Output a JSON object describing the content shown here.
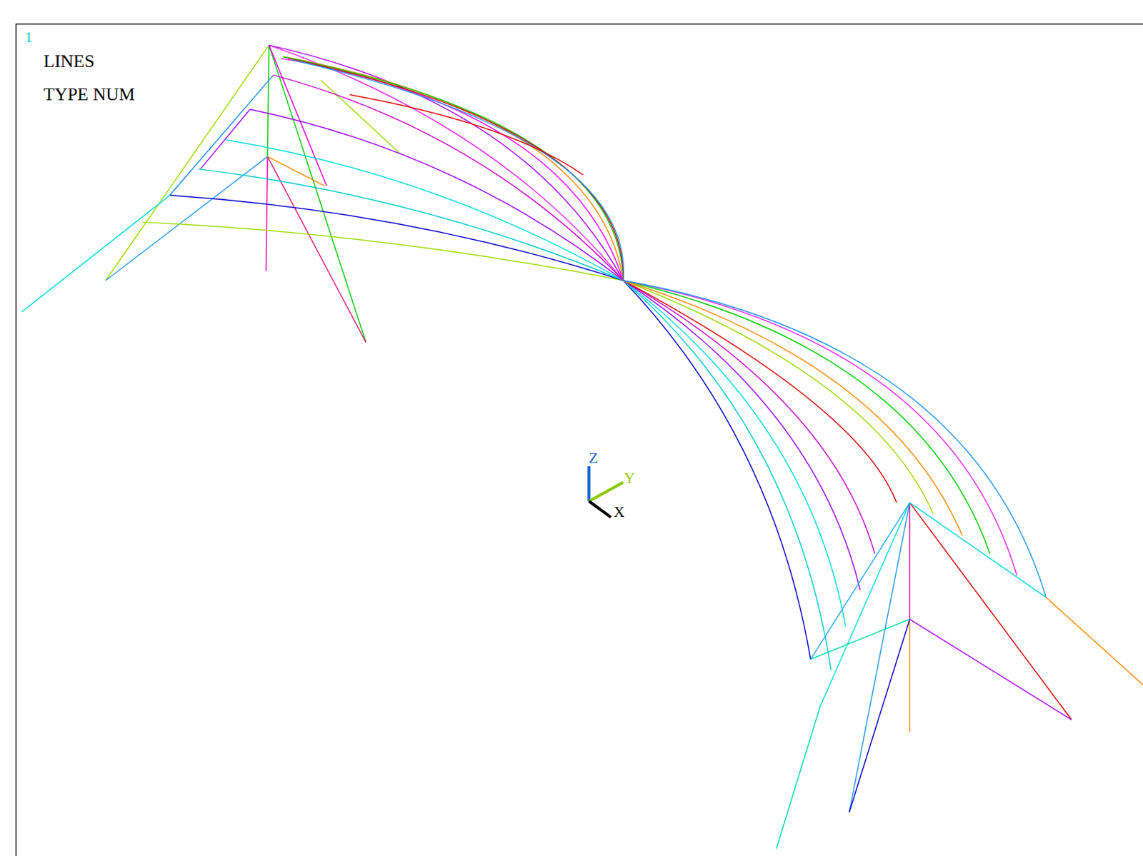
{
  "diagram": {
    "labels": [
      "1",
      "LINES",
      "TYPE NUM",
      "Z",
      "Y",
      "X"
    ]
  }
}
